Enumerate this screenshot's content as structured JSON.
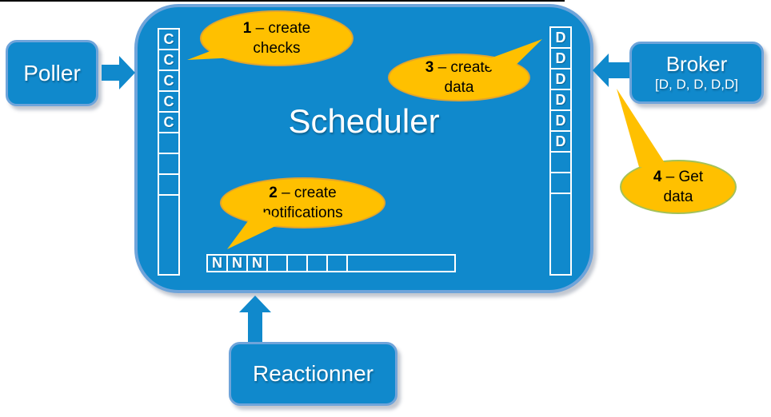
{
  "scheduler": {
    "title": "Scheduler"
  },
  "nodes": {
    "poller": {
      "label": "Poller"
    },
    "broker": {
      "label": "Broker",
      "sublabel": "[D, D, D, D,D]"
    },
    "reactionner": {
      "label": "Reactionner"
    }
  },
  "queues": {
    "checks": {
      "cells": [
        "C",
        "C",
        "C",
        "C",
        "C",
        "",
        "",
        "",
        ""
      ]
    },
    "data": {
      "cells": [
        "D",
        "D",
        "D",
        "D",
        "D",
        "D",
        "",
        "",
        ""
      ]
    },
    "notifications": {
      "cells": [
        "N",
        "N",
        "N",
        "",
        "",
        "",
        "",
        ""
      ]
    }
  },
  "callouts": {
    "c1": {
      "num": "1",
      "rest": " – create",
      "line2": "checks"
    },
    "c2": {
      "num": "2",
      "rest": " – create",
      "line2": "notifications"
    },
    "c3": {
      "num": "3",
      "rest": " – create",
      "line2": "data"
    },
    "c4": {
      "num": "4",
      "rest": " – Get",
      "line2": "data"
    }
  },
  "colors": {
    "blue": "#1089CC",
    "blue_border": "#6FA4DA",
    "gold": "#FFC000",
    "gold_border": "#E0A42F",
    "green_border": "#A3C159"
  }
}
